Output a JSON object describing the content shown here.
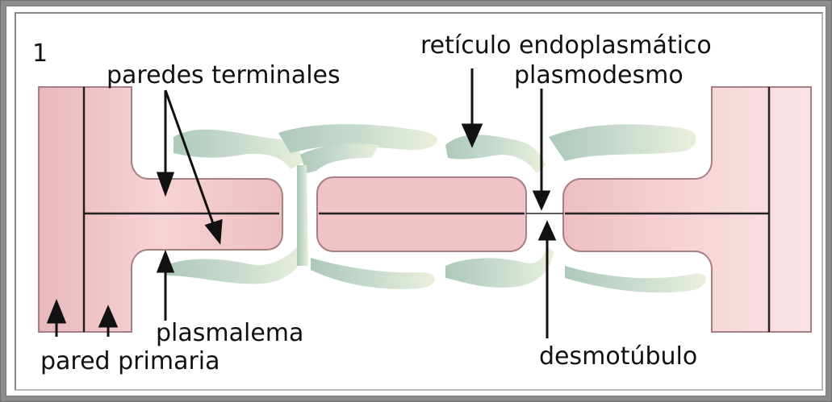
{
  "figure_number": "1",
  "labels": {
    "paredes_terminales": "paredes terminales",
    "reticulo_endoplasmatico": "retículo endoplasmático",
    "plasmodesmo": "plasmodesmo",
    "plasmalema": "plasmalema",
    "pared_primaria": "pared primaria",
    "desmotubulo": "desmotúbulo"
  },
  "colors": {
    "wall_fill": "#f2c6ca",
    "wall_stroke": "#a77f84",
    "er_fill": "#b8d0c2",
    "frame": "#8c8c8c"
  }
}
